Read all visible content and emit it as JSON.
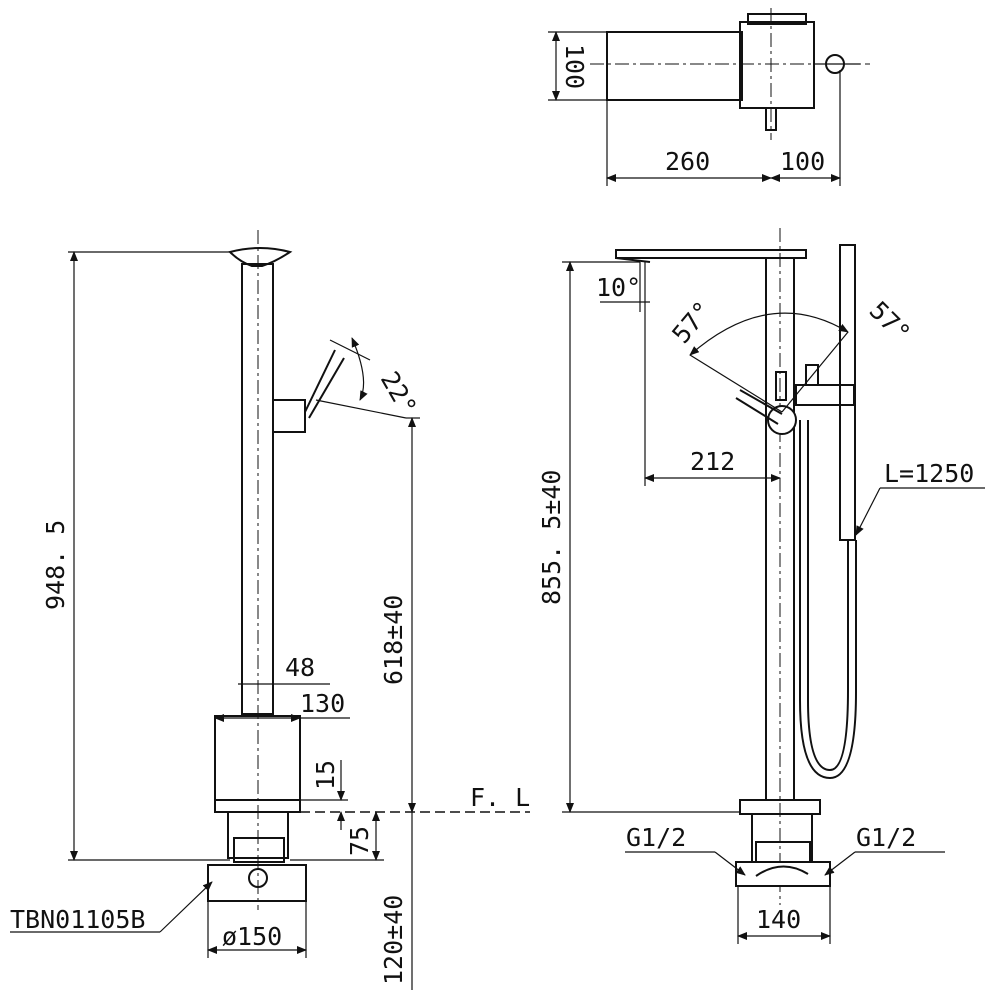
{
  "title": "Freestanding bath mixer dimension drawing",
  "top_view": {
    "depth": "100",
    "length": "260",
    "handle_offset": "100"
  },
  "side_view": {
    "total_height": "948. 5",
    "lever_angle": "22°",
    "handle_height": "618±40",
    "column_dia": "48",
    "base_width": "130",
    "base_gap": "15",
    "pipe_depth": "75",
    "floor_line": "F. L",
    "part_number": "TBN01105B",
    "box_dia": "ø150",
    "box_depth": "120±40"
  },
  "front_view": {
    "spout_angle": "10°",
    "lever_angle_left": "57°",
    "lever_angle_right": "57°",
    "spout_reach": "212",
    "spout_height": "855. 5±40",
    "hose_length": "L=1250",
    "inlet_left": "G1/2",
    "inlet_right": "G1/2",
    "inlet_spacing": "140"
  }
}
